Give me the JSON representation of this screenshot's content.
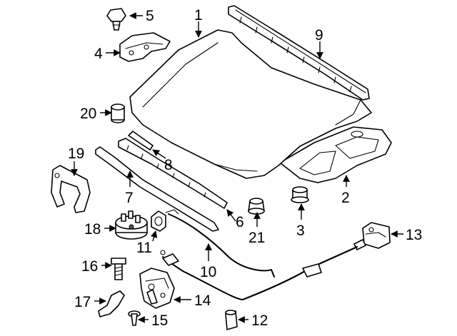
{
  "diagram": {
    "callouts": {
      "p1": "1",
      "p2": "2",
      "p3": "3",
      "p4": "4",
      "p5": "5",
      "p6": "6",
      "p7": "7",
      "p8": "8",
      "p9": "9",
      "p10": "10",
      "p11": "11",
      "p12": "12",
      "p13": "13",
      "p14": "14",
      "p15": "15",
      "p16": "16",
      "p17": "17",
      "p18": "18",
      "p19": "19",
      "p20": "20",
      "p21": "21"
    },
    "colors": {
      "line": "#000000",
      "background": "#ffffff",
      "shade": "#d8d8d8"
    }
  }
}
